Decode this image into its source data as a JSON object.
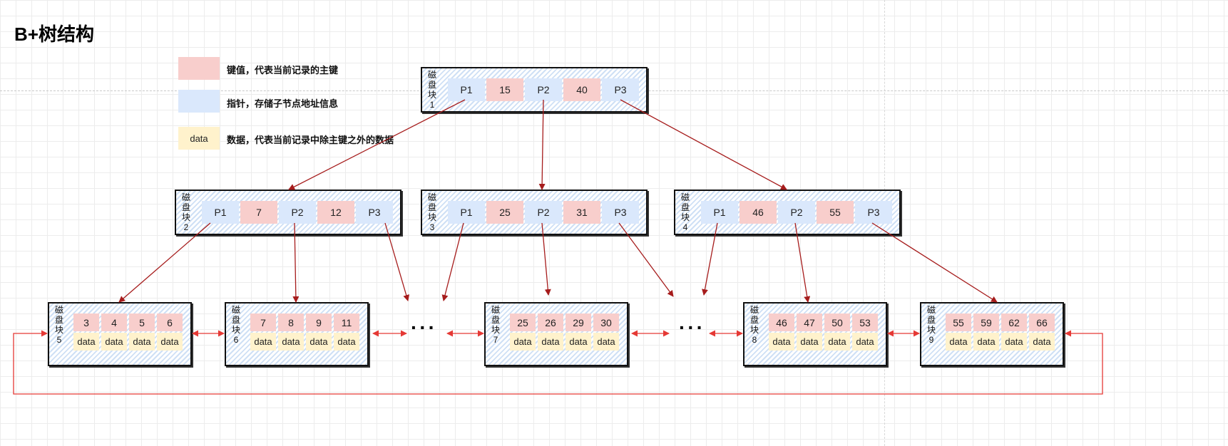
{
  "title": "B+树结构",
  "legend": {
    "key": {
      "text": "键值，代表当前记录的主键",
      "color": "#f8cecc"
    },
    "pointer": {
      "text": "指针，存储子节点地址信息",
      "color": "#dae8fc"
    },
    "data": {
      "swatch_label": "data",
      "text": "数据，代表当前记录中除主键之外的数据",
      "color": "#fff2cc"
    }
  },
  "root": {
    "label": "磁盘块1",
    "cells": [
      "P1",
      "15",
      "P2",
      "40",
      "P3"
    ]
  },
  "internal": [
    {
      "label": "磁盘块2",
      "cells": [
        "P1",
        "7",
        "P2",
        "12",
        "P3"
      ]
    },
    {
      "label": "磁盘块3",
      "cells": [
        "P1",
        "25",
        "P2",
        "31",
        "P3"
      ]
    },
    {
      "label": "磁盘块4",
      "cells": [
        "P1",
        "46",
        "P2",
        "55",
        "P3"
      ]
    }
  ],
  "leaves": [
    {
      "label": "磁盘块5",
      "keys": [
        "3",
        "4",
        "5",
        "6"
      ],
      "data": [
        "data",
        "data",
        "data",
        "data"
      ]
    },
    {
      "label": "磁盘块6",
      "keys": [
        "7",
        "8",
        "9",
        "11"
      ],
      "data": [
        "data",
        "data",
        "data",
        "data"
      ]
    },
    {
      "label": "磁盘块7",
      "keys": [
        "25",
        "26",
        "29",
        "30"
      ],
      "data": [
        "data",
        "data",
        "data",
        "data"
      ]
    },
    {
      "label": "磁盘块8",
      "keys": [
        "46",
        "47",
        "50",
        "53"
      ],
      "data": [
        "data",
        "data",
        "data",
        "data"
      ]
    },
    {
      "label": "磁盘块9",
      "keys": [
        "55",
        "59",
        "62",
        "66"
      ],
      "data": [
        "data",
        "data",
        "data",
        "data"
      ]
    }
  ],
  "ellipsis": [
    "···",
    "···"
  ],
  "colors": {
    "pointer_arrow": "#a61c1c",
    "leaf_link": "#e53935"
  }
}
